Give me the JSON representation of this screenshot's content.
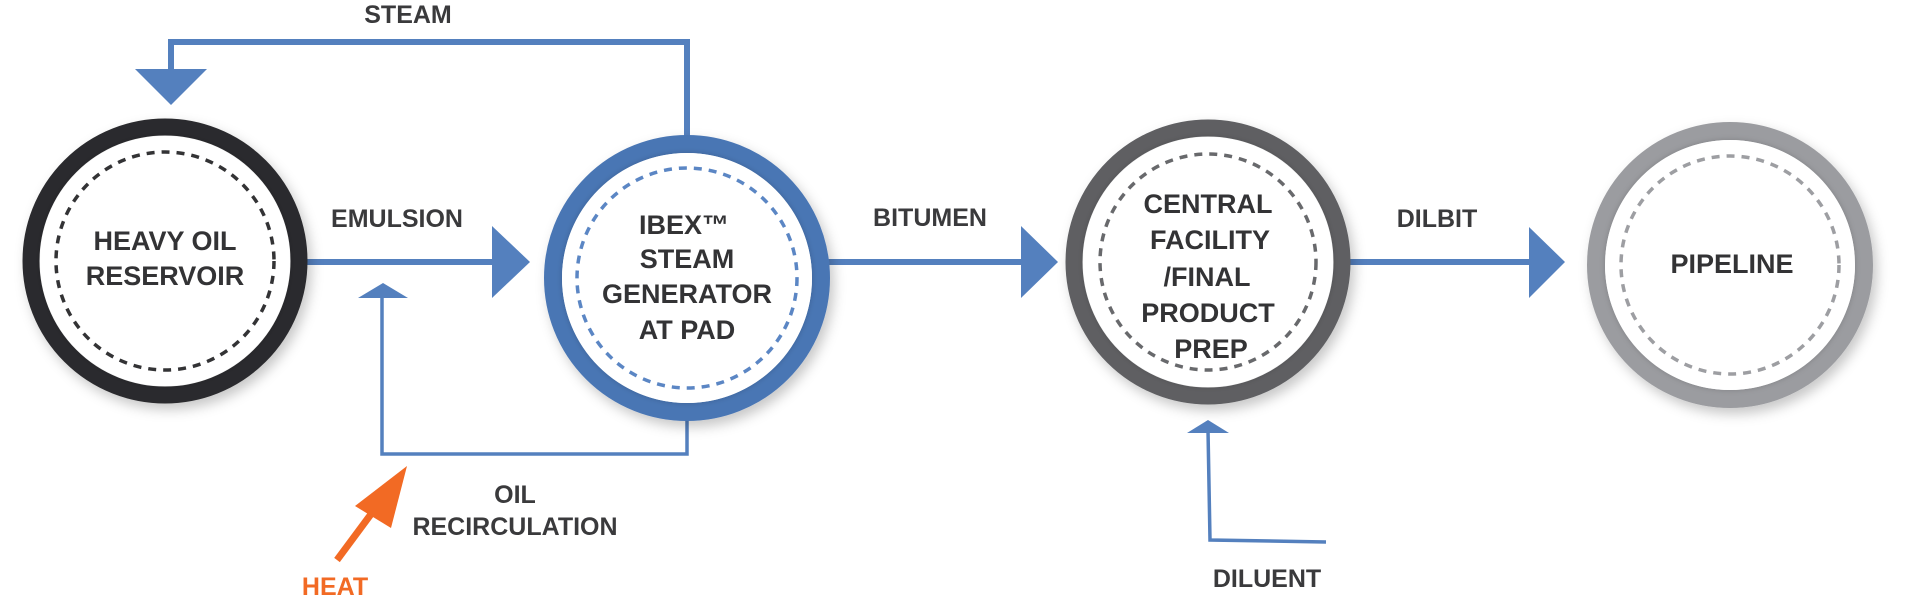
{
  "diagram": {
    "type": "process-flow",
    "colors": {
      "flow": "#5480be",
      "heat": "#f26a24",
      "text": "#3a3a3c"
    },
    "nodes": [
      {
        "id": "reservoir",
        "lines": [
          "HEAVY OIL",
          "RESERVOIR"
        ],
        "ring_color": "#2b2b2d",
        "dash_color": "#333335"
      },
      {
        "id": "steam-generator",
        "lines": [
          "IBEX™",
          "STEAM",
          "GENERATOR",
          "AT PAD"
        ],
        "ring_color": "#4a76b4",
        "dash_color": "#5b86c4"
      },
      {
        "id": "central-facility",
        "lines": [
          "CENTRAL",
          "FACILITY",
          "/FINAL",
          "PRODUCT",
          "PREP"
        ],
        "ring_color": "#5e5f62",
        "dash_color": "#68696c"
      },
      {
        "id": "pipeline",
        "lines": [
          "PIPELINE"
        ],
        "ring_color": "#9b9ca0",
        "dash_color": "#9d9ea2"
      }
    ],
    "flows": {
      "steam": "STEAM",
      "emulsion": "EMULSION",
      "bitumen": "BITUMEN",
      "dilbit": "DILBIT",
      "oil_recirculation": [
        "OIL",
        "RECIRCULATION"
      ],
      "heat": "HEAT",
      "diluent": "DILUENT"
    }
  }
}
